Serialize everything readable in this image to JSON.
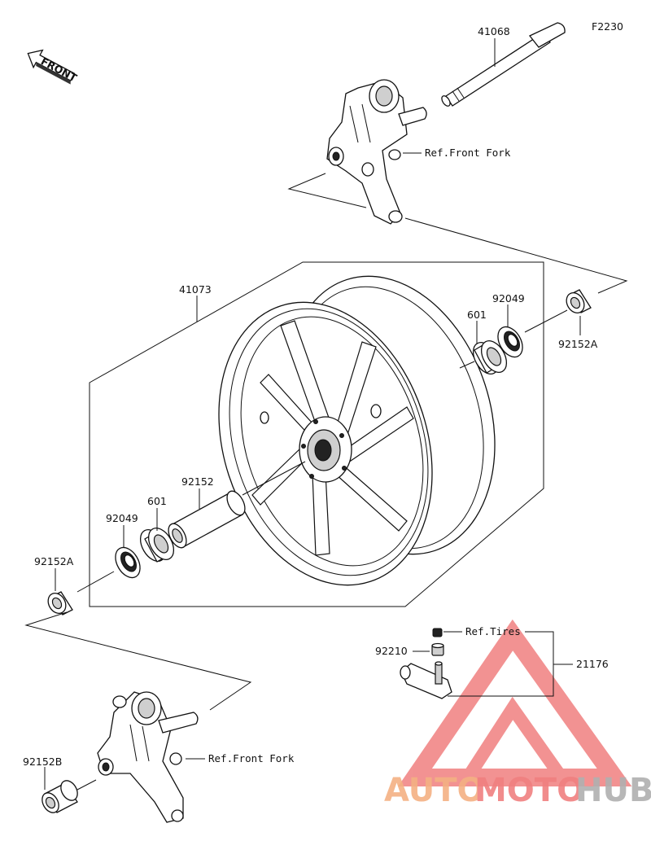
{
  "figure_code": "F2230",
  "front_badge": "FRONT",
  "parts": {
    "axle": "41068",
    "wheel": "41073",
    "bearing_right": "601",
    "seal_right": "92049",
    "collar_right": "92152A",
    "spacer": "92152",
    "bearing_left": "601",
    "seal_left": "92049",
    "collar_left": "92152A",
    "collar_b": "92152B",
    "valve_cap": "92210",
    "valve": "21176"
  },
  "refs": {
    "front_fork_top": "Ref.Front Fork",
    "front_fork_bottom": "Ref.Front Fork",
    "tires": "Ref.Tires"
  },
  "watermark": {
    "text_a": "AUTO",
    "text_b": "MOTO",
    "text_c": "HUB",
    "color_orange": "#f4b183",
    "color_red": "#f08080",
    "color_gray": "#b0b0b0"
  }
}
